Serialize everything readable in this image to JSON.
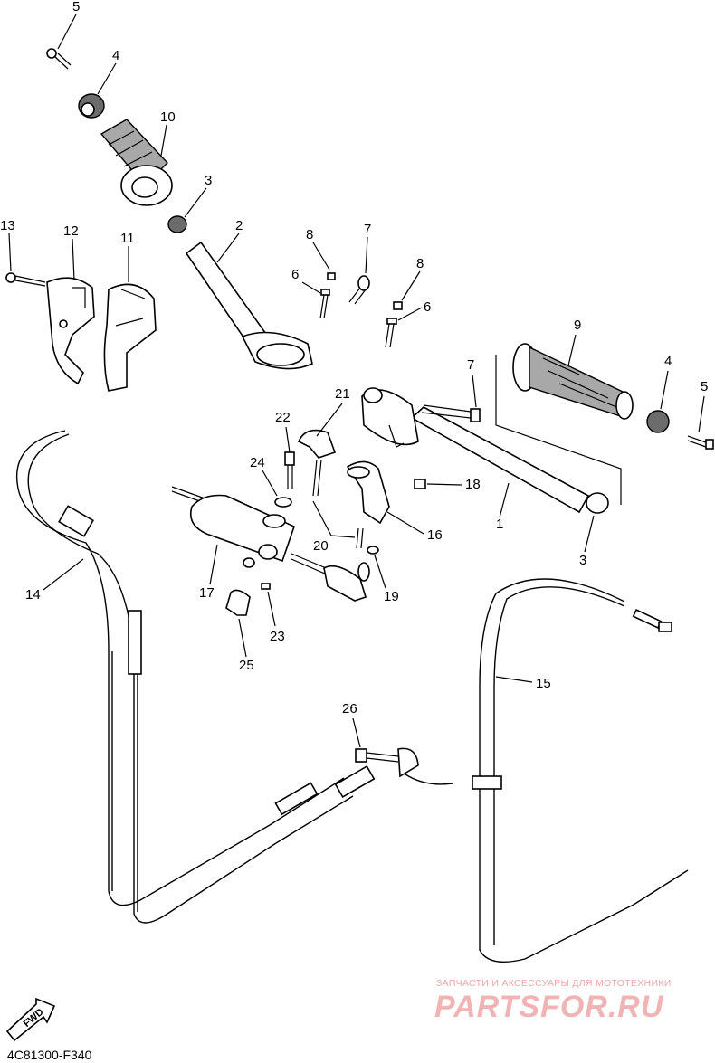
{
  "diagram": {
    "code": "4C81300-F340",
    "fwd_label": "FWD",
    "watermark_top": "ЗАПЧАСТИ И АКСЕССУАРЫ ДЛЯ МОТОТЕХНИКИ",
    "watermark_brand": "PARTSFOR.RU",
    "callouts": [
      {
        "id": "c5a",
        "label": "5"
      },
      {
        "id": "c4a",
        "label": "4"
      },
      {
        "id": "c10",
        "label": "10"
      },
      {
        "id": "c3a",
        "label": "3"
      },
      {
        "id": "c2",
        "label": "2"
      },
      {
        "id": "c13",
        "label": "13"
      },
      {
        "id": "c12",
        "label": "12"
      },
      {
        "id": "c11",
        "label": "11"
      },
      {
        "id": "c8a",
        "label": "8"
      },
      {
        "id": "c7a",
        "label": "7"
      },
      {
        "id": "c6a",
        "label": "6"
      },
      {
        "id": "c8b",
        "label": "8"
      },
      {
        "id": "c6b",
        "label": "6"
      },
      {
        "id": "c9",
        "label": "9"
      },
      {
        "id": "c7b",
        "label": "7"
      },
      {
        "id": "c4b",
        "label": "4"
      },
      {
        "id": "c5b",
        "label": "5"
      },
      {
        "id": "c21",
        "label": "21"
      },
      {
        "id": "c22",
        "label": "22"
      },
      {
        "id": "c24",
        "label": "24"
      },
      {
        "id": "c18",
        "label": "18"
      },
      {
        "id": "c1",
        "label": "1"
      },
      {
        "id": "c16",
        "label": "16"
      },
      {
        "id": "c20",
        "label": "20"
      },
      {
        "id": "c3b",
        "label": "3"
      },
      {
        "id": "c17",
        "label": "17"
      },
      {
        "id": "c19",
        "label": "19"
      },
      {
        "id": "c14",
        "label": "14"
      },
      {
        "id": "c23",
        "label": "23"
      },
      {
        "id": "c25",
        "label": "25"
      },
      {
        "id": "c15",
        "label": "15"
      },
      {
        "id": "c26",
        "label": "26"
      }
    ]
  }
}
